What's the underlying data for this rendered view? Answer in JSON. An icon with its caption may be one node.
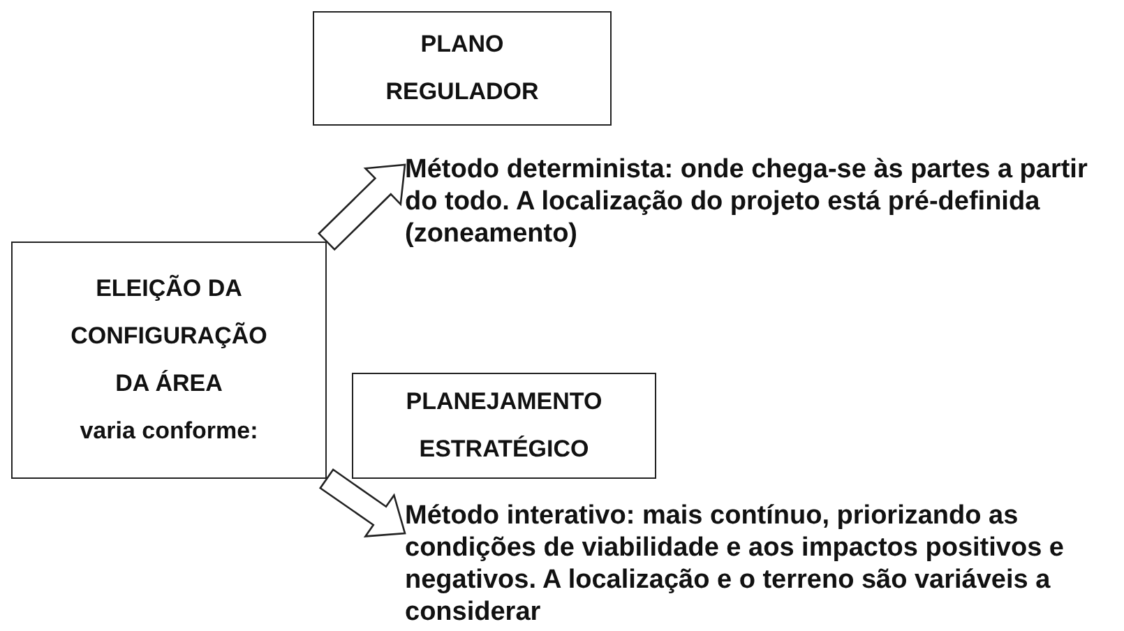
{
  "diagram": {
    "nodes": [
      {
        "text": [
          "PLANO REGULADOR"
        ]
      },
      {
        "text": [
          "Método determinista: onde chega-se às partes a partir do todo. A localização do projeto está pré-definida (zoneamento)"
        ]
      },
      {
        "text": [
          "ELEIÇÃO DA CONFIGURAÇÃO DA ÁREA",
          "varia conforme:"
        ]
      },
      {
        "text": [
          "PLANEJAMENTO ESTRATÉGICO"
        ]
      },
      {
        "text": [
          "Método interativo: mais contínuo, priorizando as condições de viabilidade e aos impactos positivos e negativos. A localização e o terreno são variáveis a considerar"
        ]
      }
    ],
    "edges": [
      {
        "from": 2,
        "to": 1,
        "arrow": "to"
      },
      {
        "from": 2,
        "to": 4,
        "arrow": "to"
      }
    ]
  }
}
